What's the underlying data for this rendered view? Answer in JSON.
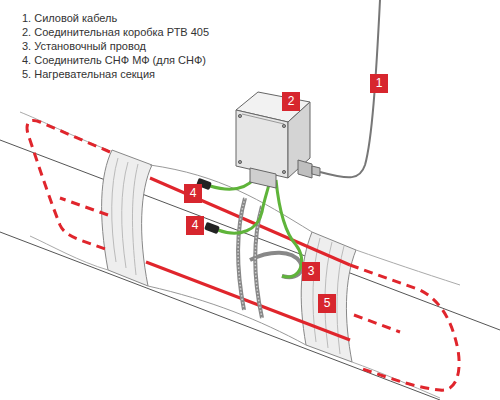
{
  "diagram": {
    "labels": [
      "1. Силовой кабель",
      "2. Соединительная коробка РТВ 405",
      "3. Установочный провод",
      "4. Соединитель СНФ МФ (для СНФ)",
      "5. Нагревательная секция",
      "1",
      "2",
      "4",
      "4",
      "3",
      "5"
    ]
  }
}
